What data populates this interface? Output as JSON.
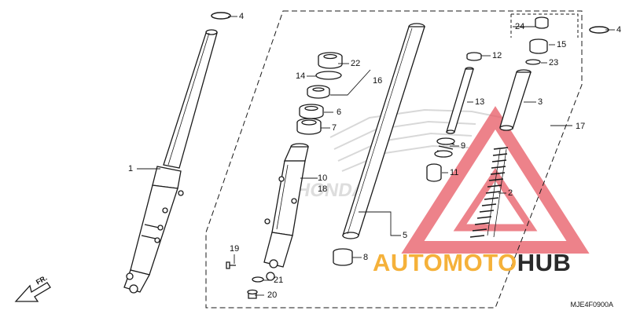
{
  "parts": [
    {
      "no": "1"
    },
    {
      "no": "2"
    },
    {
      "no": "3"
    },
    {
      "no": "4"
    },
    {
      "no": "4"
    },
    {
      "no": "5"
    },
    {
      "no": "6"
    },
    {
      "no": "7"
    },
    {
      "no": "8"
    },
    {
      "no": "9"
    },
    {
      "no": "10"
    },
    {
      "no": "11"
    },
    {
      "no": "12"
    },
    {
      "no": "13"
    },
    {
      "no": "14"
    },
    {
      "no": "15"
    },
    {
      "no": "16"
    },
    {
      "no": "17"
    },
    {
      "no": "18"
    },
    {
      "no": "19"
    },
    {
      "no": "20"
    },
    {
      "no": "21"
    },
    {
      "no": "22"
    },
    {
      "no": "23"
    },
    {
      "no": "24"
    }
  ],
  "direction_label": "FR.",
  "diagram_code": "MJE4F0900A",
  "watermark": {
    "part1": "AUTOMOTO",
    "part2": "HUB"
  },
  "colors": {
    "line": "#1a1a1a",
    "watermark_red": "#e8606a",
    "watermark_orange": "#f5b13a",
    "watermark_dark": "#2a2a2a"
  }
}
